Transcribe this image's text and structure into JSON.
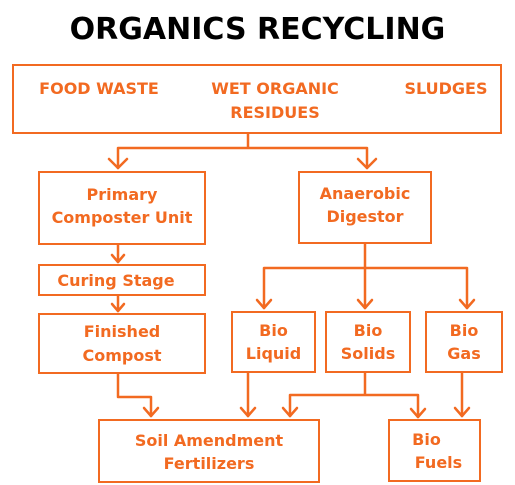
{
  "title": "ORGANICS RECYCLING",
  "colors": {
    "accent": "#f26a21",
    "title": "#000000",
    "background": "#ffffff"
  },
  "sources": {
    "food_waste": "FOOD WASTE",
    "wet_organic_residues_line1": "WET ORGANIC",
    "wet_organic_residues_line2": "RESIDUES",
    "sludges": "SLUDGES"
  },
  "nodes": {
    "primary_composter_line1": "Primary",
    "primary_composter_line2": "Composter Unit",
    "anaerobic_digestor_line1": "Anaerobic",
    "anaerobic_digestor_line2": "Digestor",
    "curing_stage": "Curing Stage",
    "finished_compost_line1": "Finished",
    "finished_compost_line2": "Compost",
    "bio_liquid_line1": "Bio",
    "bio_liquid_line2": "Liquid",
    "bio_solids_line1": "Bio",
    "bio_solids_line2": "Solids",
    "bio_gas_line1": "Bio",
    "bio_gas_line2": "Gas",
    "soil_amendment_line1": "Soil Amendment",
    "soil_amendment_line2": "Fertilizers",
    "bio_fuels_line1": "Bio",
    "bio_fuels_line2": "Fuels"
  }
}
